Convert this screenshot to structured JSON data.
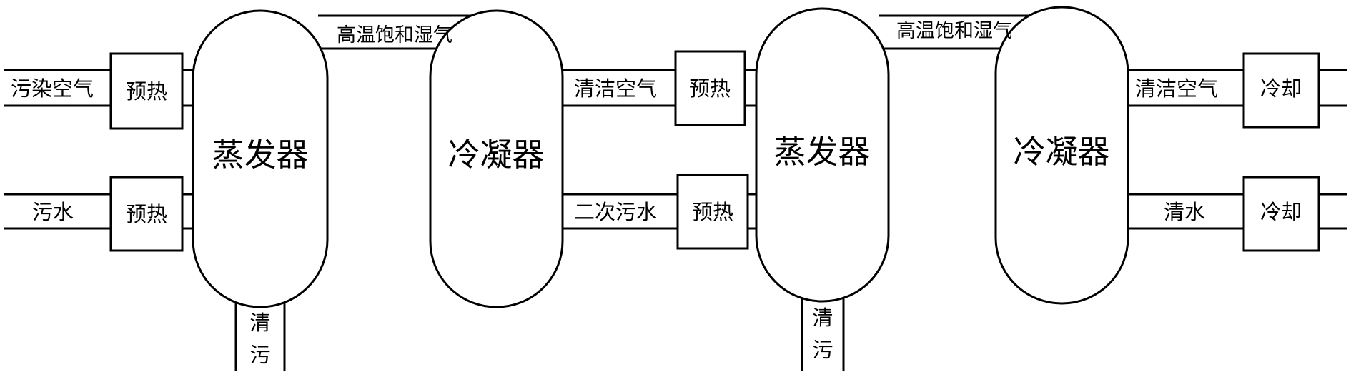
{
  "stage1": {
    "evaporator": "蒸发器",
    "condenser": "冷凝器",
    "vapor": "高温饱和湿气",
    "inlet_air": "污染空气",
    "inlet_water": "污水",
    "preheat_air": "预热",
    "preheat_water": "预热",
    "drain": [
      "清",
      "污"
    ]
  },
  "stage2": {
    "evaporator": "蒸发器",
    "condenser": "冷凝器",
    "vapor": "高温饱和湿气",
    "inlet_air": "清洁空气",
    "inlet_water": "二次污水",
    "preheat_air": "预热",
    "preheat_water": "预热",
    "drain": [
      "清",
      "污"
    ]
  },
  "outlet": {
    "air": "清洁空气",
    "water": "清水",
    "cool_air": "冷却",
    "cool_water": "冷却"
  }
}
